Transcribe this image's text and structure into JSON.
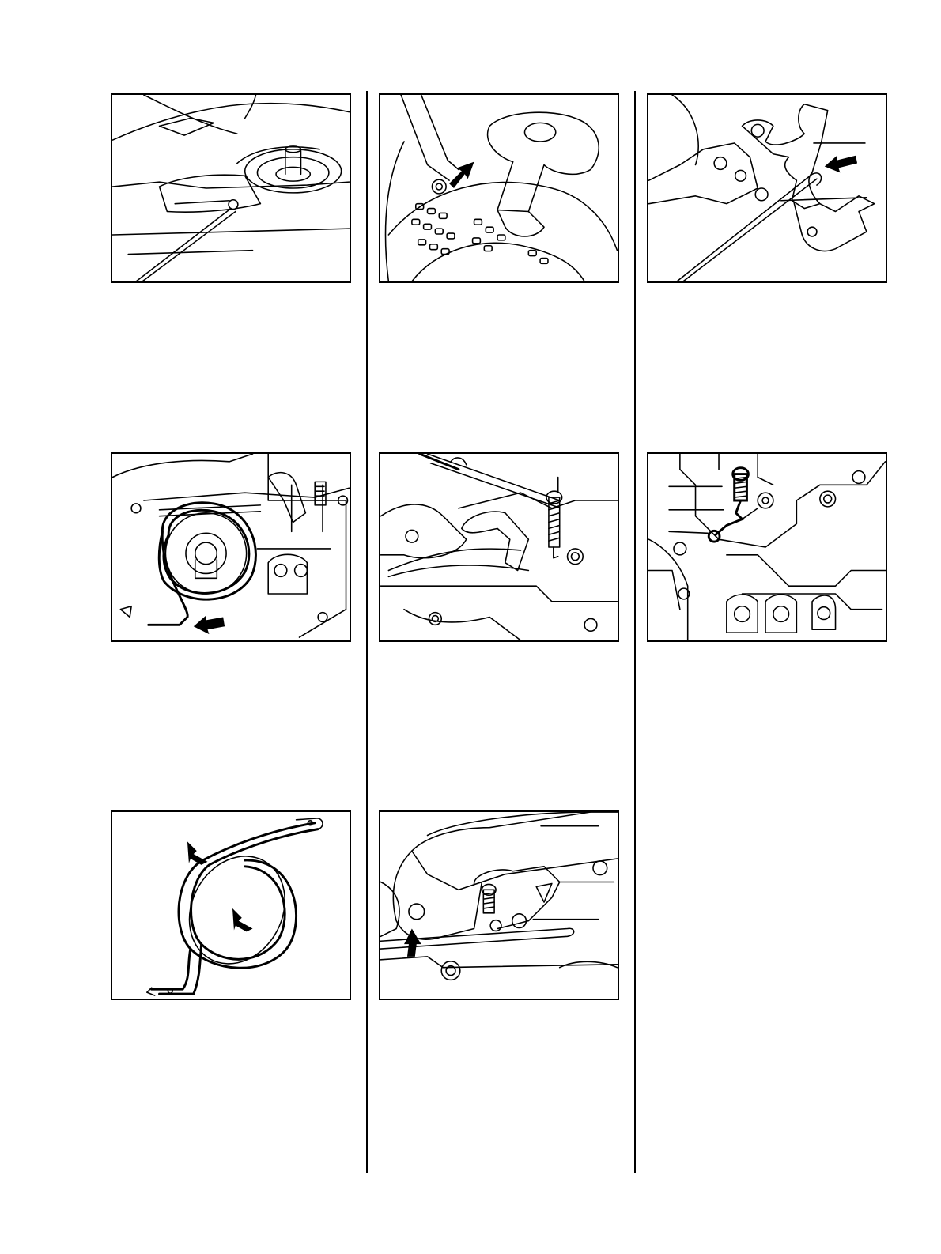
{
  "page": {
    "background": "#ffffff",
    "line_color": "#000000"
  },
  "figures": [
    {
      "id": "fig-1",
      "column": 1,
      "row": 1,
      "subject": "screwdriver-on-brake-band-screw",
      "arrows": 1,
      "callout_lines": 0
    },
    {
      "id": "fig-2",
      "column": 2,
      "row": 1,
      "subject": "hand-guard-pivot-screw",
      "arrows": 1,
      "callout_lines": 0
    },
    {
      "id": "fig-3",
      "column": 3,
      "row": 1,
      "subject": "rod-hooked-on-bell-crank",
      "arrows": 1,
      "callout_lines": 2
    },
    {
      "id": "fig-4",
      "column": 1,
      "row": 2,
      "subject": "brake-band-around-clutch-drum",
      "arrows": 1,
      "callout_lines": 1
    },
    {
      "id": "fig-5",
      "column": 2,
      "row": 2,
      "subject": "screwdriver-on-tension-spring",
      "arrows": 0,
      "callout_lines": 1
    },
    {
      "id": "fig-6",
      "column": 3,
      "row": 2,
      "subject": "spring-and-bell-crank-assembly",
      "arrows": 0,
      "callout_lines": 3
    },
    {
      "id": "fig-7",
      "column": 1,
      "row": 3,
      "subject": "brake-band-wear-points",
      "arrows": 2,
      "callout_lines": 0
    },
    {
      "id": "fig-8",
      "column": 2,
      "row": 3,
      "subject": "hand-guard-with-spring-and-lever",
      "arrows": 1,
      "callout_lines": 3
    }
  ]
}
